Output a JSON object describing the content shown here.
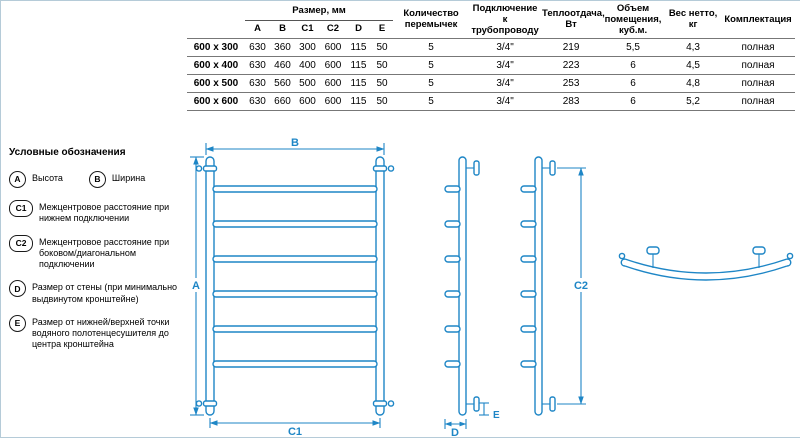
{
  "colors": {
    "drawing_blue": "#1e86c6",
    "page_border": "#b5cbd8",
    "text": "#000000"
  },
  "table": {
    "size_header": "Размер, мм",
    "size_columns": [
      "A",
      "B",
      "C1",
      "C2",
      "D",
      "E"
    ],
    "column_headers": {
      "crossbars": "Количество перемычек",
      "connection": "Подключение к трубопроводу",
      "heat_output": "Теплоотдача, Вт",
      "room_volume": "Объем помещения, куб.м.",
      "net_weight": "Вес нетто, кг",
      "package": "Комплектация"
    },
    "rows": [
      {
        "model": "600 x 300",
        "dims": [
          "630",
          "360",
          "300",
          "600",
          "115",
          "50"
        ],
        "crossbars": "5",
        "connection": "3/4\"",
        "heat_output": "219",
        "room_volume": "5,5",
        "net_weight": "4,3",
        "package": "полная"
      },
      {
        "model": "600 x 400",
        "dims": [
          "630",
          "460",
          "400",
          "600",
          "115",
          "50"
        ],
        "crossbars": "5",
        "connection": "3/4\"",
        "heat_output": "223",
        "room_volume": "6",
        "net_weight": "4,5",
        "package": "полная"
      },
      {
        "model": "600 x 500",
        "dims": [
          "630",
          "560",
          "500",
          "600",
          "115",
          "50"
        ],
        "crossbars": "5",
        "connection": "3/4\"",
        "heat_output": "253",
        "room_volume": "6",
        "net_weight": "4,8",
        "package": "полная"
      },
      {
        "model": "600 x 600",
        "dims": [
          "630",
          "660",
          "600",
          "600",
          "115",
          "50"
        ],
        "crossbars": "5",
        "connection": "3/4\"",
        "heat_output": "283",
        "room_volume": "6",
        "net_weight": "5,2",
        "package": "полная"
      }
    ]
  },
  "legend": {
    "title": "Условные обозначения",
    "items": [
      {
        "key": "A",
        "text": "Высота"
      },
      {
        "key": "B",
        "text": "Ширина"
      },
      {
        "key": "C1",
        "text": "Межцентровое расстояние при нижнем подключении"
      },
      {
        "key": "C2",
        "text": "Межцентровое расстояние при боковом/диагональном подключении"
      },
      {
        "key": "D",
        "text": "Размер от стены (при минимально выдвинутом кронштейне)"
      },
      {
        "key": "E",
        "text": "Размер от нижней/верхней точки водяного полотенцесушителя до центра кронштейна"
      }
    ]
  },
  "drawings": {
    "front": {
      "width_label": "B",
      "height_label": "A",
      "center_label": "C1"
    },
    "side": {
      "wall_label": "D",
      "bracket_label": "E",
      "side_center_label": "C2"
    }
  }
}
